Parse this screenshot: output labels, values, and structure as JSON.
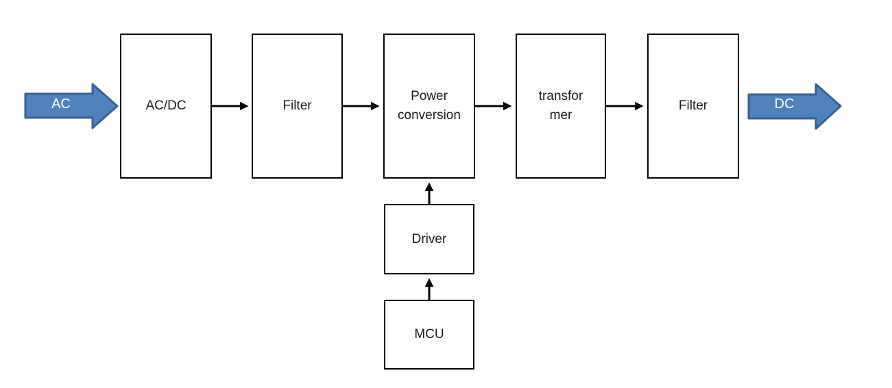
{
  "diagram": {
    "blocks": {
      "acdc": {
        "label": "AC/DC"
      },
      "filter1": {
        "label": "Filter"
      },
      "power": {
        "label": "Power conversion"
      },
      "transformer": {
        "label": "transformer"
      },
      "filter2": {
        "label": "Filter"
      },
      "driver": {
        "label": "Driver"
      },
      "mcu": {
        "label": "MCU"
      }
    },
    "io": {
      "input": {
        "label": "AC"
      },
      "output": {
        "label": "DC"
      }
    },
    "colors": {
      "flow_arrow_fill": "#4f81bd",
      "flow_arrow_border": "#3a618e",
      "connector": "#000000",
      "block_border": "#000000",
      "block_fill": "#ffffff",
      "background": "#ffffff",
      "label_text": "#1a1a1a",
      "io_text": "#ffffff"
    }
  }
}
